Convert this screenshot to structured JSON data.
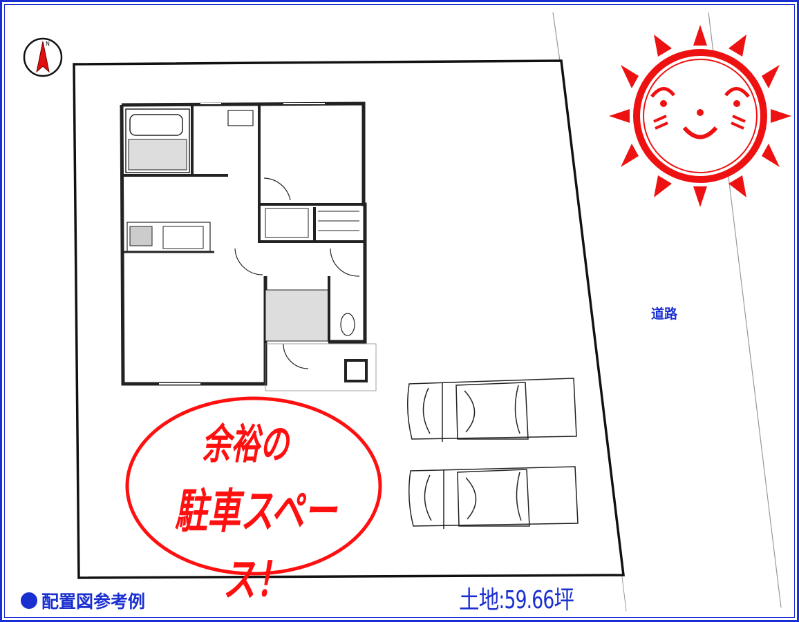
{
  "road_label": "道路",
  "caption": "配置図参考例",
  "land_area": "土地:59.66坪",
  "bubble": {
    "line1": "余裕の",
    "line2": "駐車スペース！"
  },
  "compass": {
    "label": "N"
  },
  "colors": {
    "frame": "#1a2fd0",
    "accent": "#ff1010",
    "sun": "#ee1111"
  }
}
